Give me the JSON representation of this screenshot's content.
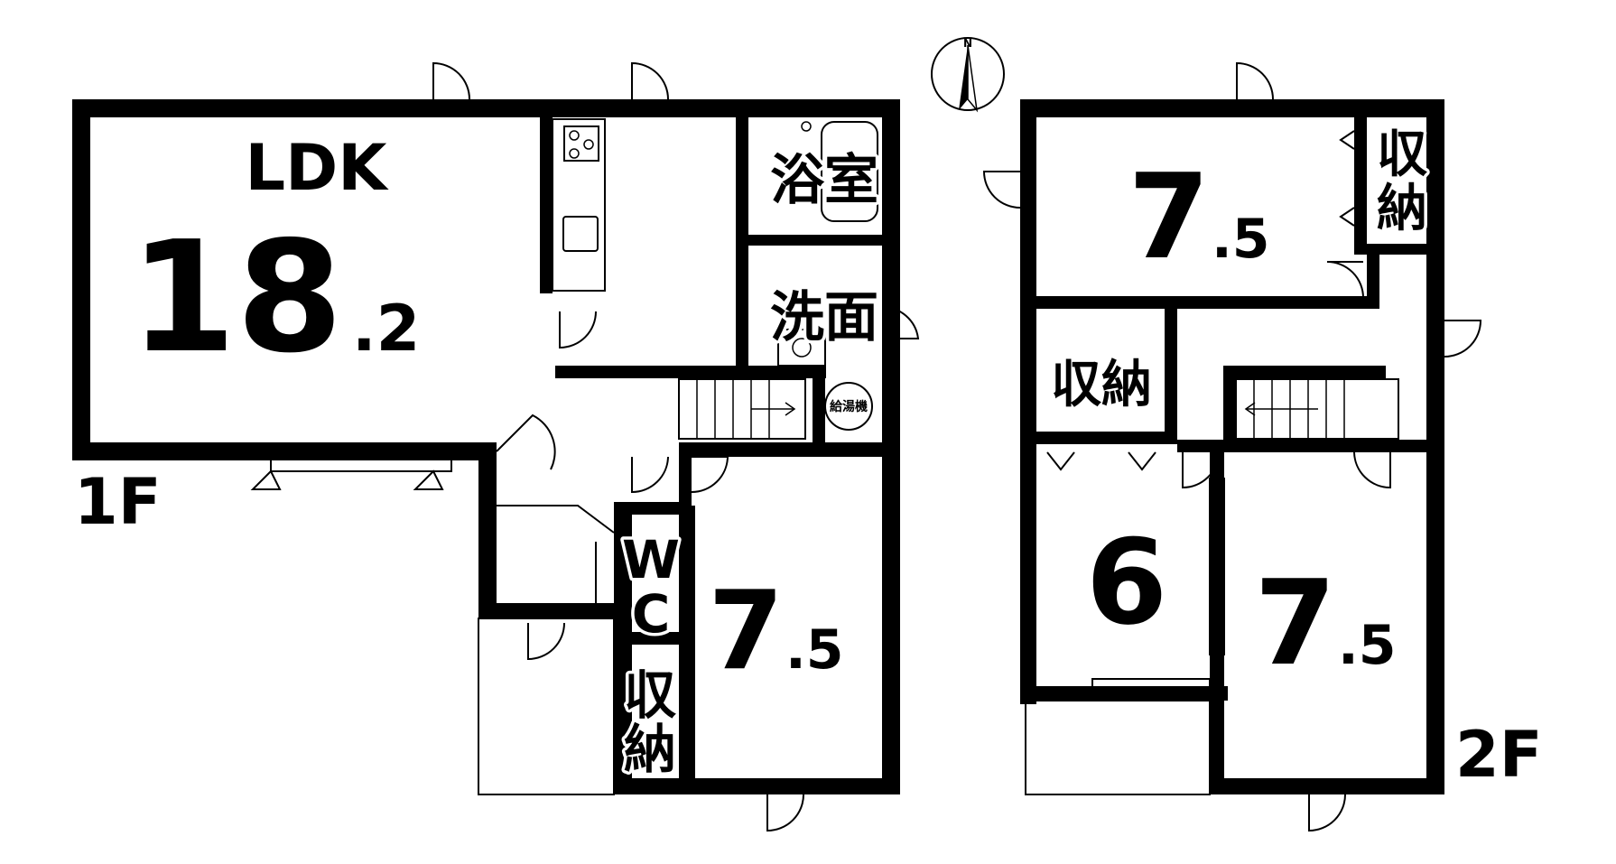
{
  "north": "N",
  "floor1": {
    "label": "1F",
    "ldk": {
      "name": "LDK",
      "size_main": "18",
      "size_dec": ".2"
    },
    "bath": "浴室",
    "washroom": "洗面",
    "water_heater": "給湯機",
    "wc": [
      "W",
      "C"
    ],
    "storage": [
      "収",
      "納"
    ],
    "room": {
      "size_main": "7",
      "size_dec": ".5"
    }
  },
  "floor2": {
    "label": "2F",
    "north_room": {
      "size_main": "7",
      "size_dec": ".5"
    },
    "north_storage": [
      "収",
      "納"
    ],
    "mid_storage": "収納",
    "room_6": {
      "size_main": "6"
    },
    "south_room": {
      "size_main": "7",
      "size_dec": ".5"
    }
  }
}
